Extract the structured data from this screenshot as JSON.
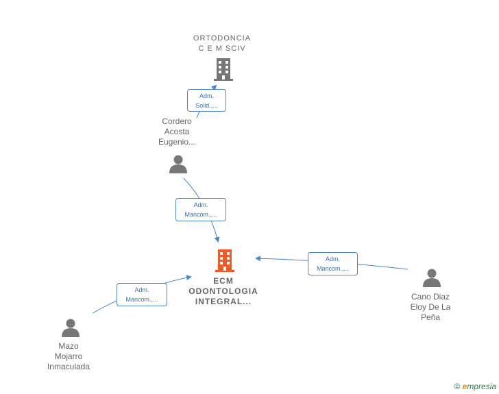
{
  "nodes": {
    "ortodoncia": {
      "line1": "ORTODONCIA",
      "line2": "C E M SCIV"
    },
    "cordero": {
      "line1": "Cordero",
      "line2": "Acosta",
      "line3": "Eugenio..."
    },
    "ecm": {
      "line1": "ECM",
      "line2": "ODONTOLOGIA",
      "line3": "INTEGRAL..."
    },
    "cano": {
      "line1": "Cano Diaz",
      "line2": "Eloy De La",
      "line3": "Peña"
    },
    "mazo": {
      "line1": "Mazo",
      "line2": "Mojarro",
      "line3": "Inmaculada"
    }
  },
  "edges": {
    "cordero_ortodoncia": {
      "line1": "Adm.",
      "line2": "Solid.,..."
    },
    "cordero_ecm": {
      "line1": "Adm.",
      "line2": "Mancom.,..."
    },
    "cano_ecm": {
      "line1": "Adm.",
      "line2": "Mancom.,..."
    },
    "mazo_ecm": {
      "line1": "Adm.",
      "line2": "Mancom.,..."
    }
  },
  "colors": {
    "edge": "#4a86c8",
    "person": "#777777",
    "company": "#777777",
    "main_company": "#f05a28"
  },
  "brand": {
    "symbol": "©",
    "e": "e",
    "rest": "mpresia"
  }
}
